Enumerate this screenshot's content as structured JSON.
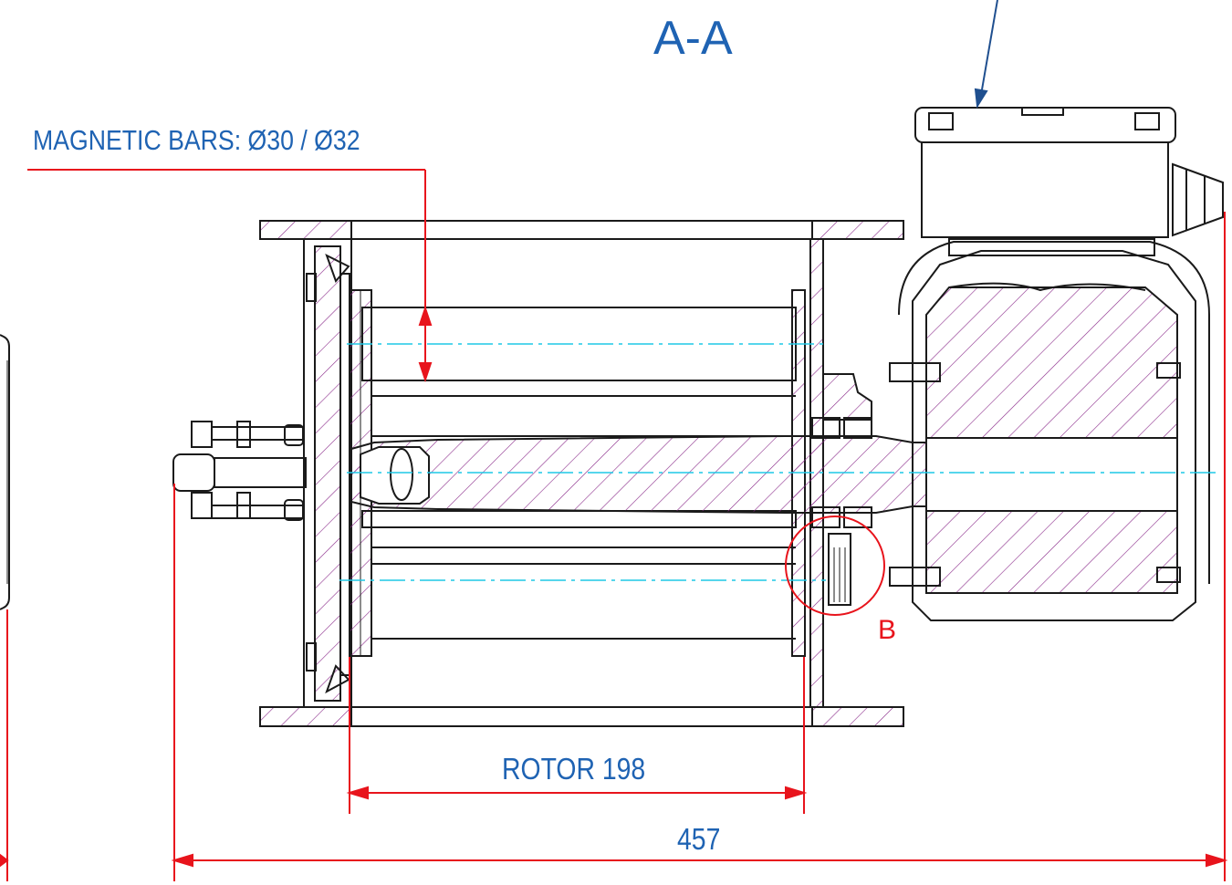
{
  "labels": {
    "section_title": "A-A",
    "magnetic_bars": "MAGNETIC BARS: Ø30 / Ø32",
    "rotor_dimension": "ROTOR 198",
    "overall_dimension": "457",
    "detail_marker": "B"
  },
  "colors": {
    "outline": "#1a1a1a",
    "hatch": "#8a2a8a",
    "centerline": "#1ec8e6",
    "dimension": "#e8141c",
    "annotation_text": "#1f63b3",
    "leader": "#1f4f8f"
  }
}
